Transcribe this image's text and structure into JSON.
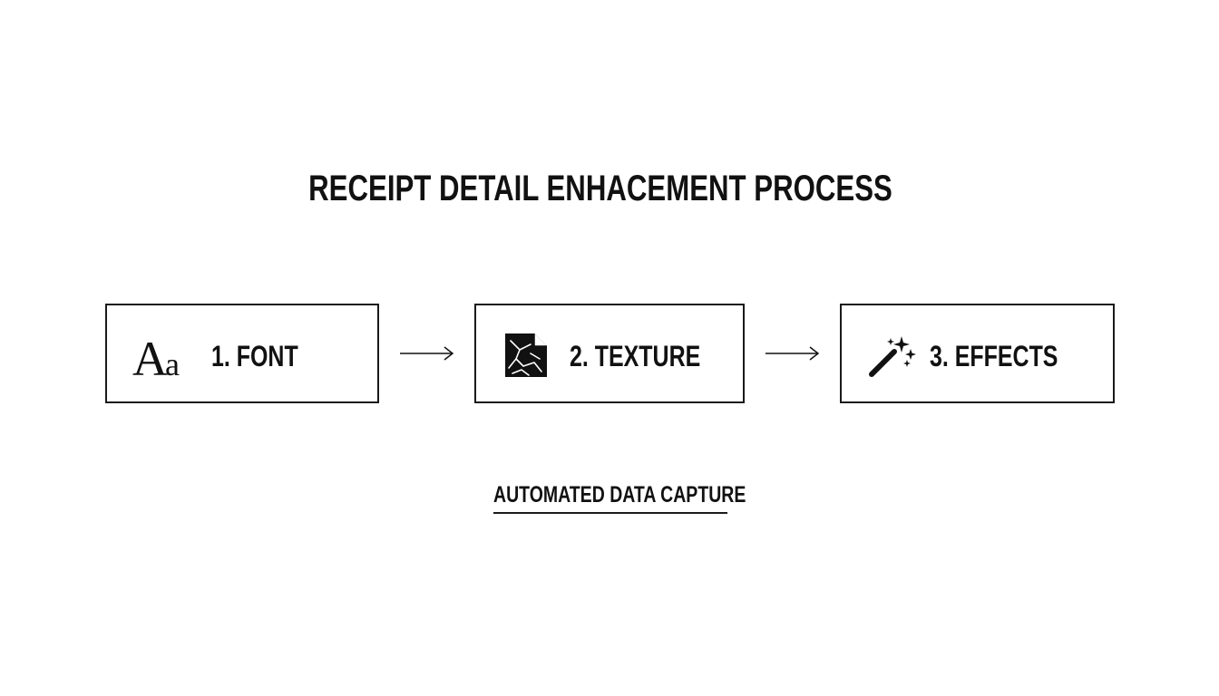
{
  "title": "RECEIPT DETAIL ENHACEMENT PROCESS",
  "steps": [
    {
      "label": "1. FONT",
      "icon": "font-icon"
    },
    {
      "label": "2. TEXTURE",
      "icon": "texture-icon"
    },
    {
      "label": "3. EFFECTS",
      "icon": "magic-wand-icon"
    }
  ],
  "caption": "AUTOMATED DATA CAPTURE",
  "colors": {
    "background": "#ffffff",
    "ink": "#111111"
  }
}
